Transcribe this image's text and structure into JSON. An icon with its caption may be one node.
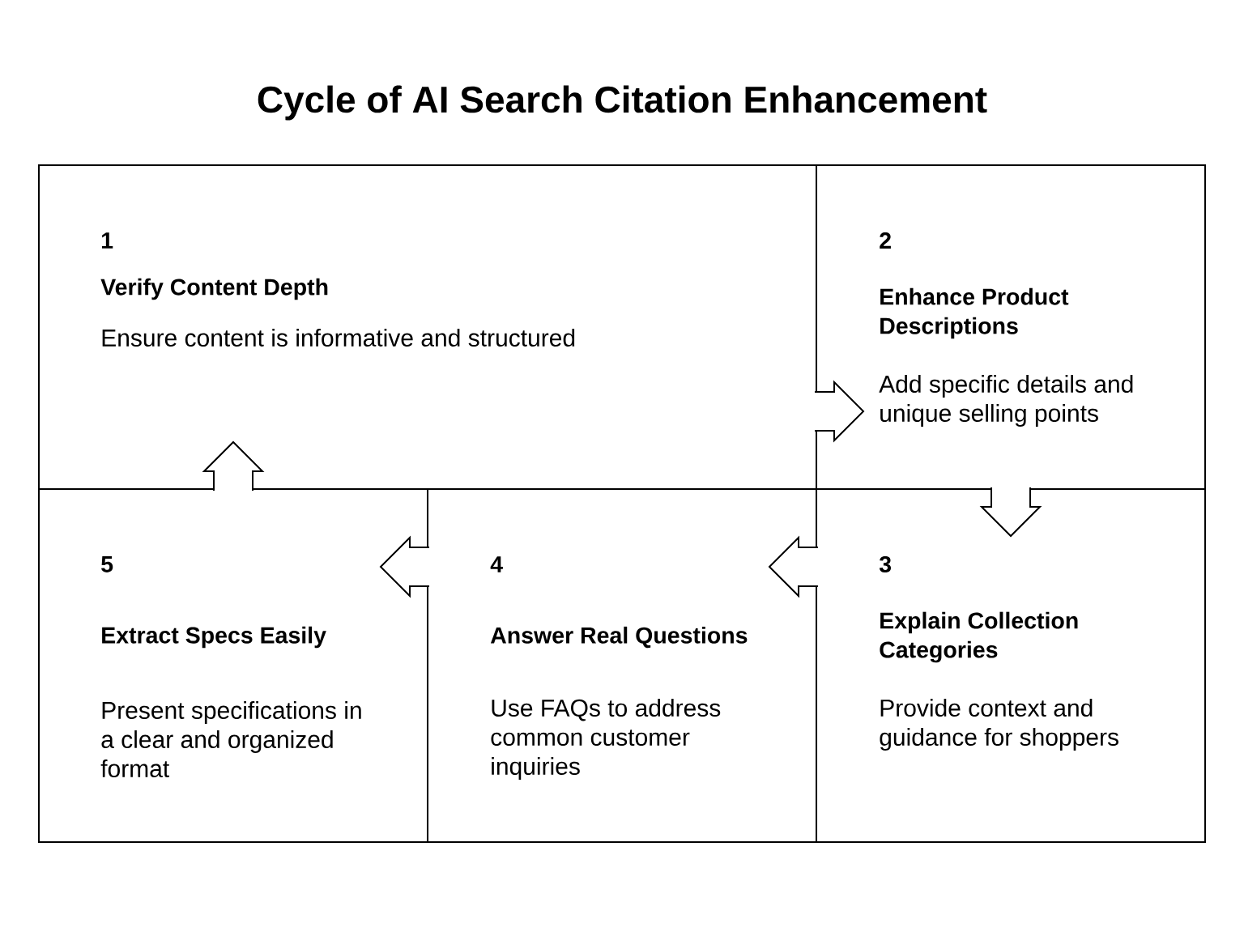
{
  "diagram": {
    "title": "Cycle of AI Search Citation Enhancement",
    "nodes": [
      {
        "text": [
          "1",
          "Verify Content Depth",
          "Ensure content is informative and structured"
        ]
      },
      {
        "text": [
          "2",
          "Enhance Product Descriptions",
          "Add specific details and unique selling points"
        ]
      },
      {
        "text": [
          "3",
          "Explain Collection Categories",
          "Provide context and guidance for shoppers"
        ]
      },
      {
        "text": [
          "4",
          "Answer Real Questions",
          "Use FAQs to address common customer inquiries"
        ]
      },
      {
        "text": [
          "5",
          "Extract Specs Easily",
          "Present specifications in a clear and organized format"
        ]
      }
    ],
    "edges": [
      {
        "from": 0,
        "to": 1,
        "arrow": "to"
      },
      {
        "from": 1,
        "to": 2,
        "arrow": "to"
      },
      {
        "from": 2,
        "to": 3,
        "arrow": "to"
      },
      {
        "from": 3,
        "to": 4,
        "arrow": "to"
      },
      {
        "from": 4,
        "to": 0,
        "arrow": "to"
      }
    ]
  }
}
